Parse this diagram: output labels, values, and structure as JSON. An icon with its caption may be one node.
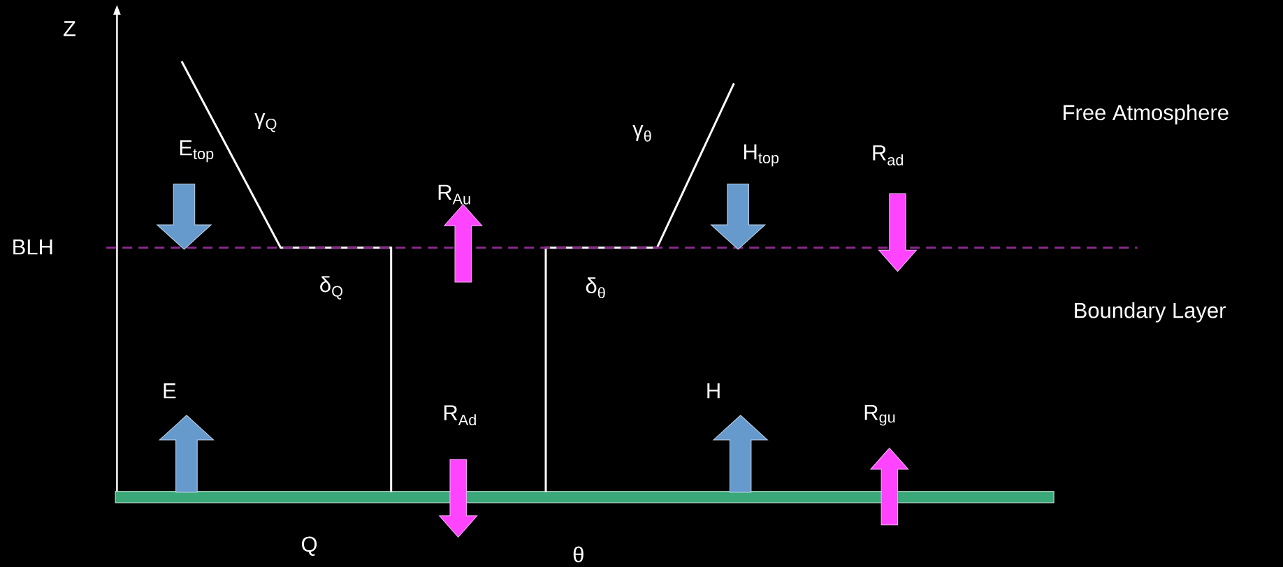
{
  "diagram": {
    "labels": [
      "Z",
      "γ$_{Q}$",
      "γ$_{θ}$",
      "Free Atmosphere",
      "E$_{top}$",
      "H$_{top}$",
      "R$_{ad}$",
      "R$_{Au}$",
      "BLH",
      "δ$_{Q}$",
      "δ$_{θ}$",
      "Boundary Layer",
      "E",
      "H",
      "R$_{Ad}$",
      "R$_{gu}$",
      "Q",
      "θ"
    ]
  }
}
